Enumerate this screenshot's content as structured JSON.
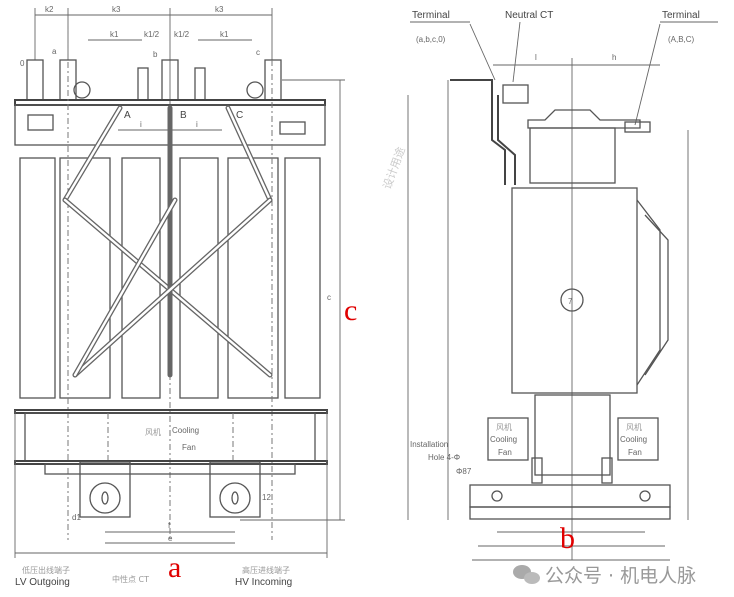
{
  "figure_a": {
    "panel_label": "a",
    "dims": {
      "k2": "k2",
      "k3_left": "k3",
      "k3_right": "k3",
      "k1_left": "k1",
      "k1_half_left": "k1/2",
      "k1_half_right": "k1/2",
      "k1_right": "k1",
      "i_left": "i",
      "i_right": "i",
      "e": "e",
      "f": "f",
      "d1": "d1",
      "g": "12"
    },
    "lv_terminals": {
      "zero": "0",
      "a": "a",
      "b": "b",
      "c": "c"
    },
    "hv_terminals": {
      "A": "A",
      "B": "B",
      "C": "C"
    },
    "fan_label_cn": "风机",
    "fan_label_en_1": "Cooling",
    "fan_label_en_2": "Fan",
    "lv_cn": "低压出线端子",
    "lv_en": "LV Outgoing",
    "neutral_cn": "中性点 CT",
    "hv_cn": "高压进线端子",
    "hv_en": "HV Incoming"
  },
  "figure_c": {
    "panel_label": "c"
  },
  "figure_b": {
    "panel_label": "b",
    "lv_terminal_label": "Terminal",
    "lv_terminal_phases": "(a,b,c,0)",
    "neutral_ct_label": "Neutral CT",
    "hv_terminal_label": "Terminal",
    "hv_terminal_phases": "(A,B,C)",
    "dims": {
      "l": "l",
      "h": "h"
    },
    "fan_left_cn": "风机",
    "fan_left_1": "Cooling",
    "fan_left_2": "Fan",
    "fan_right_cn": "风机",
    "fan_right_1": "Cooling",
    "fan_right_2": "Fan",
    "installation_1": "Installation",
    "installation_2": "Hole 4-Φ",
    "installation_3": "Φ87"
  },
  "watermark": "公众号 · 机电人脉",
  "bg_watermark": "设计用途"
}
